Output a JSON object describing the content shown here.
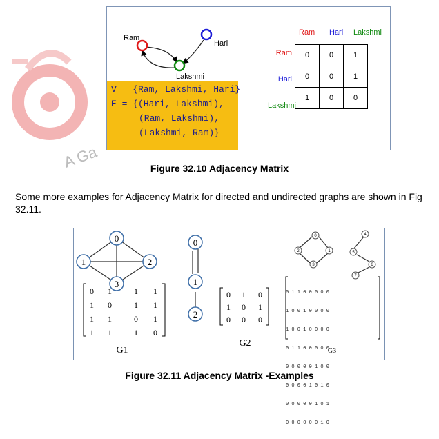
{
  "figure1": {
    "nodes": [
      "Ram",
      "Hari",
      "Lakshmi"
    ],
    "set_v": "V = {Ram, Lakshmi, Hari}",
    "set_e_lines": [
      "E = {(Hari, Lakshmi),",
      "(Ram, Lakshmi),",
      "(Lakshmi, Ram)}"
    ],
    "matrix": {
      "col_headers": [
        "Ram",
        "Hari",
        "Lakshmi"
      ],
      "rows": [
        {
          "label": "Ram",
          "values": [
            "0",
            "0",
            "1"
          ]
        },
        {
          "label": "Hari",
          "values": [
            "0",
            "0",
            "1"
          ]
        },
        {
          "label": "Lakshmi",
          "values": [
            "1",
            "0",
            "0"
          ]
        }
      ]
    },
    "caption": "Figure 32.10 Adjacency Matrix"
  },
  "paragraph": "Some more examples for Adjacency Matrix for directed and undirected graphs are shown in Fig 32.11.",
  "figure2": {
    "g1": {
      "nodes": [
        "0",
        "1",
        "2",
        "3"
      ],
      "matrix": [
        [
          "0",
          "1",
          "1",
          "1"
        ],
        [
          "1",
          "0",
          "1",
          "1"
        ],
        [
          "1",
          "1",
          "0",
          "1"
        ],
        [
          "1",
          "1",
          "1",
          "0"
        ]
      ],
      "label": "G1"
    },
    "g2": {
      "nodes": [
        "0",
        "1",
        "2"
      ],
      "matrix": [
        [
          "0",
          "1",
          "0"
        ],
        [
          "1",
          "0",
          "1"
        ],
        [
          "0",
          "0",
          "0"
        ]
      ],
      "label": "G2"
    },
    "g3": {
      "nodes": [
        "0",
        "1",
        "2",
        "3",
        "4",
        "5",
        "6",
        "7"
      ],
      "matrix": [
        "0 1 1 0 0 0 0 0",
        "1 0 0 1 0 0 0 0",
        "1 0 0 1 0 0 0 0",
        "0 1 1 0 0 0 0 0",
        "0 0 0 0 0 1 0 0",
        "0 0 0 0 1 0 1 0",
        "0 0 0 0 0 1 0 1",
        "0 0 0 0 0 0 1 0"
      ],
      "label": "G3"
    },
    "caption": "Figure 32.11 Adjacency Matrix -Examples"
  },
  "watermark": {
    "text": "A Ga"
  },
  "colors": {
    "ram": "#e01919",
    "hari": "#1d1dd8",
    "lakshmi": "#128a12",
    "set_bg": "#f6bd12"
  }
}
